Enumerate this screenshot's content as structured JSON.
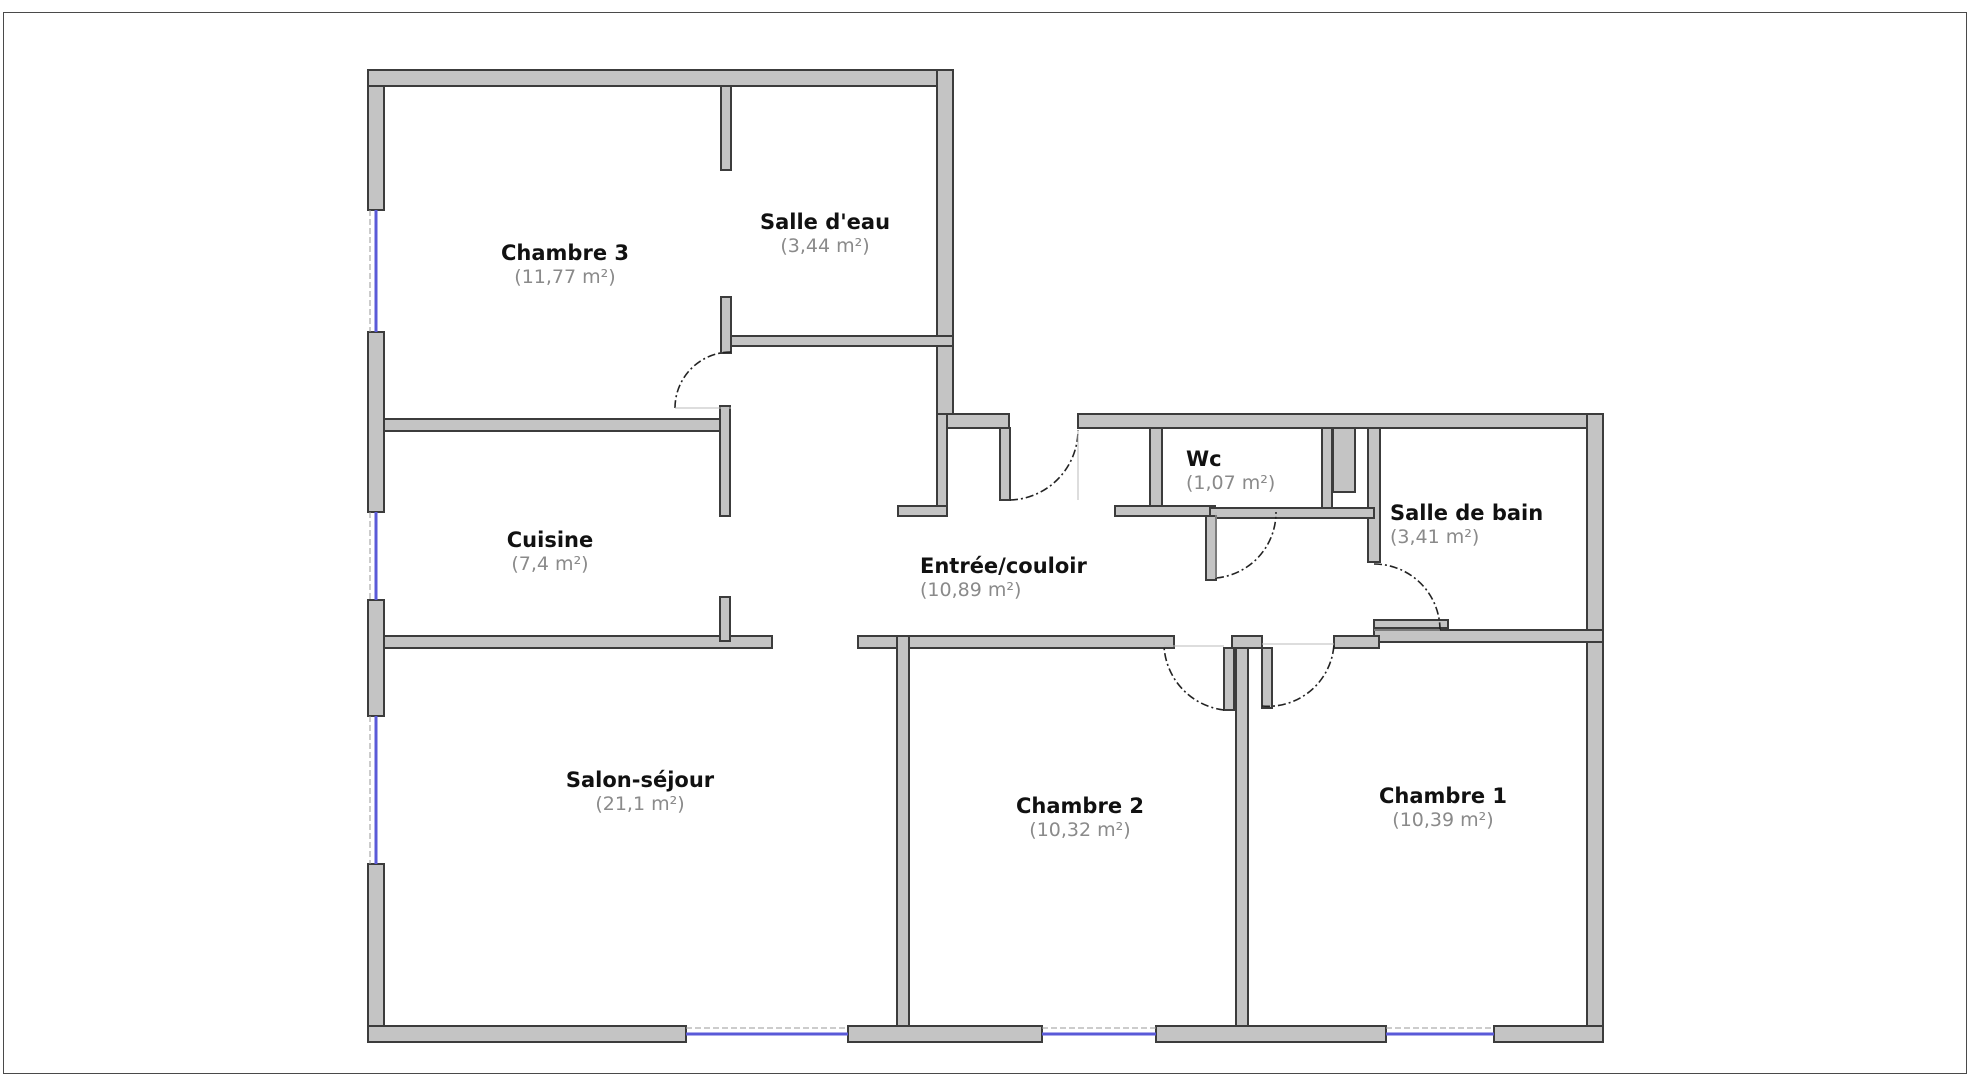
{
  "colors": {
    "wall_fill": "#c4c4c4",
    "wall_stroke": "#3c3c3c",
    "window": "#5a5ad8",
    "door_swing": "#222222",
    "area_text": "#8a8a8a"
  },
  "rooms": {
    "chambre3": {
      "name": "Chambre 3",
      "area": "(11,77 m²)"
    },
    "salle_eau": {
      "name": "Salle d'eau",
      "area": "(3,44 m²)"
    },
    "cuisine": {
      "name": "Cuisine",
      "area": "(7,4 m²)"
    },
    "entree": {
      "name": "Entrée/couloir",
      "area": "(10,89 m²)"
    },
    "wc": {
      "name": "Wc",
      "area": "(1,07 m²)"
    },
    "salle_bain": {
      "name": "Salle de bain",
      "area": "(3,41 m²)"
    },
    "salon": {
      "name": "Salon-séjour",
      "area": "(21,1 m²)"
    },
    "chambre2": {
      "name": "Chambre 2",
      "area": "(10,32 m²)"
    },
    "chambre1": {
      "name": "Chambre 1",
      "area": "(10,39 m²)"
    }
  }
}
